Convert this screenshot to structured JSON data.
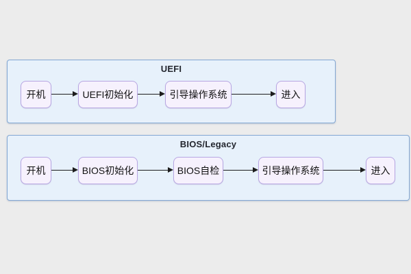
{
  "page": {
    "background_color": "#ececec"
  },
  "diagram": {
    "panels": [
      {
        "title": "UEFI",
        "nodes": [
          {
            "label": "开机"
          },
          {
            "label": "UEFI初始化"
          },
          {
            "label": "引导操作系统"
          },
          {
            "label": "进入"
          }
        ]
      },
      {
        "title": "BIOS/Legacy",
        "nodes": [
          {
            "label": "开机"
          },
          {
            "label": "BIOS初始化"
          },
          {
            "label": "BIOS自检"
          },
          {
            "label": "引导操作系统"
          },
          {
            "label": "进入"
          }
        ]
      }
    ],
    "colors": {
      "panel_fill": "#e7f1fb",
      "panel_border": "#83a7d3",
      "node_fill": "#f6f1fd",
      "node_border": "#b7a6e2",
      "arrow": "#1c1c1c",
      "title_text": "#23262e",
      "node_text": "#111111"
    }
  }
}
